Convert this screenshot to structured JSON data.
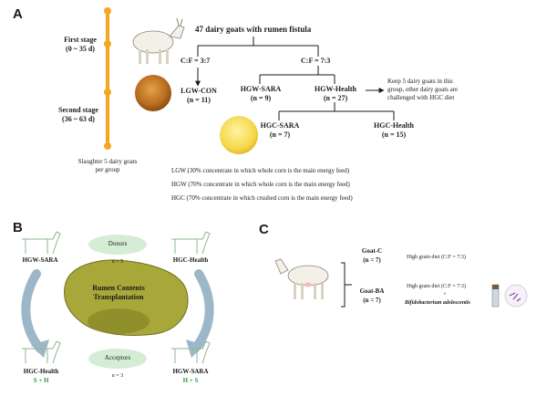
{
  "panel_a": {
    "letter": "A",
    "first_stage": {
      "title": "First stage",
      "range": "(0 ~ 35 d)"
    },
    "second_stage": {
      "title": "Second stage",
      "range": "(36 ~ 63 d)"
    },
    "slaughter": [
      "Slaughter 5 dairy goats",
      "per group"
    ],
    "top_title": "47 dairy goats with rumen fistula",
    "ratio_left": "C:F = 3:7",
    "ratio_right": "C:F = 7:3",
    "lgw_con": {
      "name": "LGW-CON",
      "n": "(n = 11)"
    },
    "hgw_sara": {
      "name": "HGW-SARA",
      "n": "(n = 9)"
    },
    "hgw_health": {
      "name": "HGW-Health",
      "n": "(n = 27)"
    },
    "note": [
      "Keep 5 dairy goats in this",
      "group, other dairy goats are",
      "challenged with HGC diet"
    ],
    "hgc_sara": {
      "name": "HGC-SARA",
      "n": "(n = 7)"
    },
    "hgc_health": {
      "name": "HGC-Health",
      "n": "(n = 15)"
    },
    "legend": [
      "LGW (30% concentrate in which whole corn is the main energy feed)",
      "HGW (70% concentrate in which whole corn is the main energy feed)",
      "HGC (70% concentrate in which crushed corn is the main energy feed)"
    ]
  },
  "panel_b": {
    "letter": "B",
    "hgw_sara_top": "HGW-SARA",
    "hgc_health_top": "HGC-Health",
    "donors": "Donors",
    "donors_n": "n = 5",
    "center": [
      "Rumen Contents",
      "Transplantation"
    ],
    "acceptors": "Acceptors",
    "acceptors_n": "n = 3",
    "hgc_health_bottom": "HGC-Health",
    "hgc_health_code": "S + H",
    "hgw_sara_bottom": "HGW-SARA",
    "hgw_sara_code": "H + S",
    "accent_green": "#3c9a3c"
  },
  "panel_c": {
    "letter": "C",
    "goat_c": {
      "name": "Goat-C",
      "n": "(n = 7)",
      "diet": "High grain diet (C:F = 7:3)"
    },
    "goat_ba": {
      "name": "Goat-BA",
      "n": "(n = 7)",
      "diet": "High grain diet (C:F = 7:3)",
      "plus": "+",
      "bacterium": "Bifidobacterium adolescentis"
    }
  },
  "colors": {
    "timeline": "#f5a623",
    "oval": "#d5ecd5",
    "rumen": "#a8a83a",
    "arrow": "#9cb8c8"
  }
}
